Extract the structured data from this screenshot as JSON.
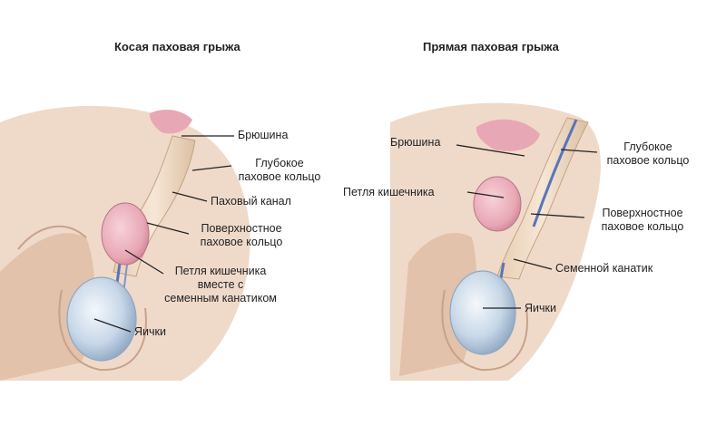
{
  "left_panel": {
    "title": "Косая паховая грыжа",
    "labels": {
      "peritoneum": "Брюшина",
      "deep_ring_1": "Глубокое",
      "deep_ring_2": "паховое кольцо",
      "inguinal_canal": "Паховый канал",
      "superficial_ring_1": "Поверхностное",
      "superficial_ring_2": "паховое кольцо",
      "loop_1": "Петля кишечника",
      "loop_2": "вместе с",
      "loop_3": "семенным канатиком",
      "testis": "Яички"
    }
  },
  "right_panel": {
    "title": "Прямая паховая грыжа",
    "labels": {
      "peritoneum": "Брюшина",
      "loop": "Петля кишечника",
      "deep_ring_1": "Глубокое",
      "deep_ring_2": "паховое кольцо",
      "superficial_ring_1": "Поверхностное",
      "superficial_ring_2": "паховое кольцо",
      "spermatic_cord": "Семенной канатик",
      "testis": "Яички"
    }
  },
  "colors": {
    "skin": "#ecd3c1",
    "skin_shadow": "#d6b29a",
    "hernia_sac": "#e8a7b4",
    "cord_blue": "#5a74b8",
    "testis": "#c8d8e8",
    "leader_line": "#222222"
  }
}
